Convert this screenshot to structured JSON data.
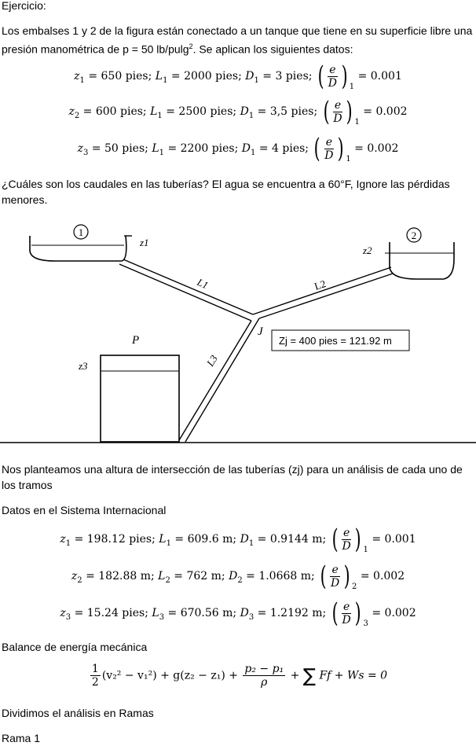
{
  "heading": "Ejercicio:",
  "intro_text": "Los embalses 1 y 2 de la figura están conectado a un tanque que tiene en su superficie libre una presión manométrica de p = 50 lb/pulg",
  "intro_sup": "2",
  "intro_tail": ". Se aplican los siguientes datos:",
  "data_imperial": [
    {
      "z": "z",
      "z_sub": "1",
      "z_val": " = 650 pies; ",
      "L_sub": "1",
      "L_val": " = 2000 pies; ",
      "D_sub": "1",
      "D_val": " = 3 pies; ",
      "r_sub": "1",
      "r_val": " = 0.001"
    },
    {
      "z": "z",
      "z_sub": "2",
      "z_val": " = 600 pies; ",
      "L_sub": "1",
      "L_val": " = 2500 pies; ",
      "D_sub": "1",
      "D_val": " = 3,5 pies; ",
      "r_sub": "1",
      "r_val": " = 0.002"
    },
    {
      "z": "z",
      "z_sub": "3",
      "z_val": " = 50 pies; ",
      "L_sub": "1",
      "L_val": " = 2200 pies; ",
      "D_sub": "1",
      "D_val": " = 4 pies; ",
      "r_sub": "1",
      "r_val": " = 0.002"
    }
  ],
  "question": "¿Cuáles son los caudales en las tuberías? El agua se encuentra a 60°F, Ignore las pérdidas menores.",
  "figure": {
    "res1_label": "1",
    "res2_label": "2",
    "z1": "z1",
    "z2": "z2",
    "z3": "z3",
    "L1": "L1",
    "L2": "L2",
    "L3": "L3",
    "J": "J",
    "P": "P",
    "zj_box": "Zj = 400 pies = 121.92 m"
  },
  "para_zj": "Nos planteamos una altura de intersección de las tuberías (zj) para un análisis de cada uno de los tramos",
  "si_heading": "Datos en el Sistema Internacional",
  "data_si": [
    {
      "z_sub": "1",
      "z_val": " = 198.12 pies; ",
      "L_sub": "1",
      "L_val": " = 609.6 m; ",
      "D_sub": "1",
      "D_val": " = 0.9144 m; ",
      "r_sub": "1",
      "r_val": " = 0.001"
    },
    {
      "z_sub": "2",
      "z_val": " = 182.88 m; ",
      "L_sub": "2",
      "L_val": " = 762 m; ",
      "D_sub": "2",
      "D_val": " = 1.0668 m; ",
      "r_sub": "2",
      "r_val": " = 0.002"
    },
    {
      "z_sub": "3",
      "z_val": " = 15.24 pies; ",
      "L_sub": "3",
      "L_val": " = 670.56 m; ",
      "D_sub": "3",
      "D_val": " = 1.2192 m; ",
      "r_sub": "3",
      "r_val": " = 0.002"
    }
  ],
  "balance_heading": "Balance de energía mecánica",
  "balance_eq": {
    "half_num": "1",
    "half_den": "2",
    "kinetic": "(v₂² − v₁²) + g(z₂ − z₁) + ",
    "press_num": "p₂ − p₁",
    "press_den": "ρ",
    "sum": "∑",
    "tail": " Ff + Ws = 0"
  },
  "ramas_heading": "Dividimos el análisis en Ramas",
  "rama1": "Rama 1",
  "symbols": {
    "L": "L",
    "D": "D",
    "e": "e",
    "z": "z"
  }
}
